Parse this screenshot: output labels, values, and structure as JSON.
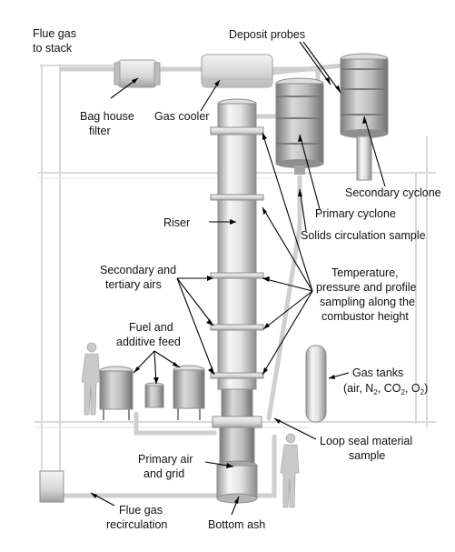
{
  "labels": {
    "flue_gas_to_stack": [
      "Flue gas",
      "to stack"
    ],
    "deposit_probes": "Deposit probes",
    "bag_house_filter": [
      "Bag house",
      "filter"
    ],
    "gas_cooler": "Gas cooler",
    "secondary_cyclone": "Secondary cyclone",
    "riser": "Riser",
    "primary_cyclone": "Primary cyclone",
    "solids_circulation_sample": "Solids circulation sample",
    "secondary_tertiary_airs": [
      "Secondary and",
      "tertiary airs"
    ],
    "temperature_sampling": [
      "Temperature,",
      "pressure and profile",
      "sampling along the",
      "combustor height"
    ],
    "fuel_additive_feed": [
      "Fuel and",
      "additive feed"
    ],
    "gas_tanks": "Gas tanks",
    "gas_tanks_composition": {
      "prefix": "(air, N",
      "n_sub": "2",
      "co": ", CO",
      "co_sub": "2",
      "o": ", O",
      "o_sub": "2",
      "suffix": ")"
    },
    "loop_seal": [
      "Loop seal material",
      "sample"
    ],
    "primary_air_grid": [
      "Primary air",
      "and grid"
    ],
    "flue_gas_recirculation": [
      "Flue gas",
      "recirculation"
    ],
    "bottom_ash": "Bottom ash"
  },
  "colors": {
    "metal_light": "#f4f4f4",
    "metal_mid": "#cfcfcf",
    "metal_dark": "#8f8f8f",
    "leader": "#000000",
    "text": "#111111"
  }
}
